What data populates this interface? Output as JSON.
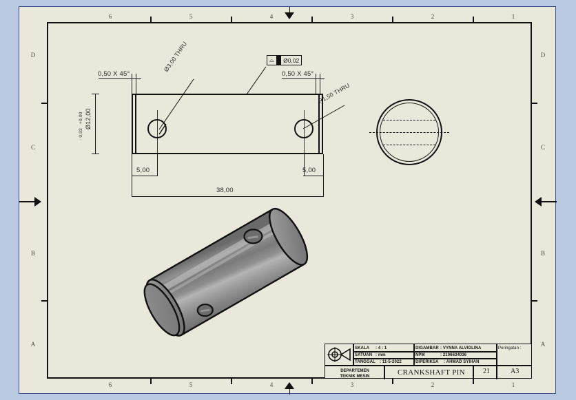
{
  "drawing": {
    "sheet_size": "A3",
    "paper_color": "#eae8da",
    "background_color": "#b9c9e2",
    "line_color": "#111111"
  },
  "frame": {
    "zones_top": [
      "6",
      "5",
      "4",
      "3",
      "2",
      "1"
    ],
    "zones_bottom": [
      "6",
      "5",
      "4",
      "3",
      "2",
      "1"
    ],
    "zones_left": [
      "D",
      "C",
      "B",
      "A"
    ],
    "zones_right": [
      "D",
      "C",
      "B",
      "A"
    ]
  },
  "annotations": {
    "chamfer_left": "0,50 X 45°",
    "chamfer_right": "0,50 X 45°",
    "diameter_tol": "Ø12,00",
    "diameter_tol_upper": "+0,00",
    "diameter_tol_lower": "- 0,03",
    "hole_left": "Ø3,00 THRU",
    "hole_right": "R1,50 THRU",
    "geom_tol_symbol": "⌓",
    "geom_tol_value": "Ø0,02",
    "dim_left": "5,00",
    "dim_right": "5,00",
    "dim_overall": "38,00"
  },
  "title_block": {
    "skala_label": "SKALA",
    "skala_value": ": 4 : 1",
    "satuan_label": "SATUAN",
    "satuan_value": ": mm",
    "tanggal_label": "TANGGAL",
    "tanggal_value": ": 11-5-2022",
    "digambar_label": "DIGAMBAR",
    "digambar_value": ": VYNNA ALVIOLINA",
    "npm_label": "NPM",
    "npm_value": ": 2106634036",
    "diperiksa_label": "DIPERIKSA",
    "diperiksa_value": ": AHMAD SYIHAN",
    "peringatan_label": "Peringatan :",
    "department_line1": "DEPARTEMEN",
    "department_line2": "TEKNIK MESIN",
    "part_name": "CRANKSHAFT PIN",
    "part_number": "21",
    "sheet_format": "A3"
  }
}
